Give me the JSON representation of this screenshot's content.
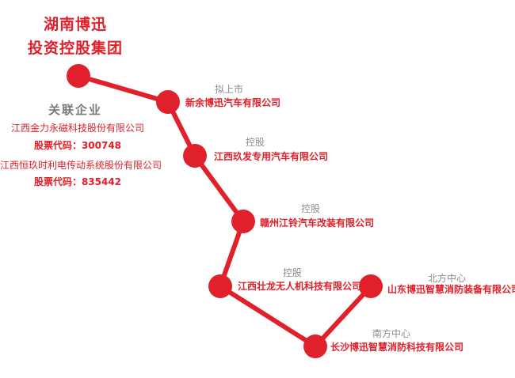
{
  "title": {
    "line1": "湖南博迅",
    "line2": "投资控股集团"
  },
  "associated": {
    "heading": "关联企业",
    "companies": [
      {
        "name": "江西金力永磁科技股份有限公司",
        "code": "股票代码：300748"
      },
      {
        "name": "江西恒玖时利电传动系统股份有限公司",
        "code": "股票代码：835442"
      }
    ]
  },
  "nodes": [
    {
      "sub": "拟上市",
      "name": "新余博迅汽车有限公司"
    },
    {
      "sub": "控股",
      "name": "江西玖发专用汽车有限公司"
    },
    {
      "sub": "控股",
      "name": "赣州江铃汽车改装有限公司"
    },
    {
      "sub": "控股",
      "name": "江西壮龙无人机科技有限公司"
    },
    {
      "sub": "南方中心",
      "name": "长沙博迅智慧消防科技有限公司"
    },
    {
      "sub": "北方中心",
      "name": "山东博迅智慧消防装备有限公司"
    }
  ],
  "colors": {
    "accent": "#e0202a",
    "muted": "#8c8c8c"
  }
}
